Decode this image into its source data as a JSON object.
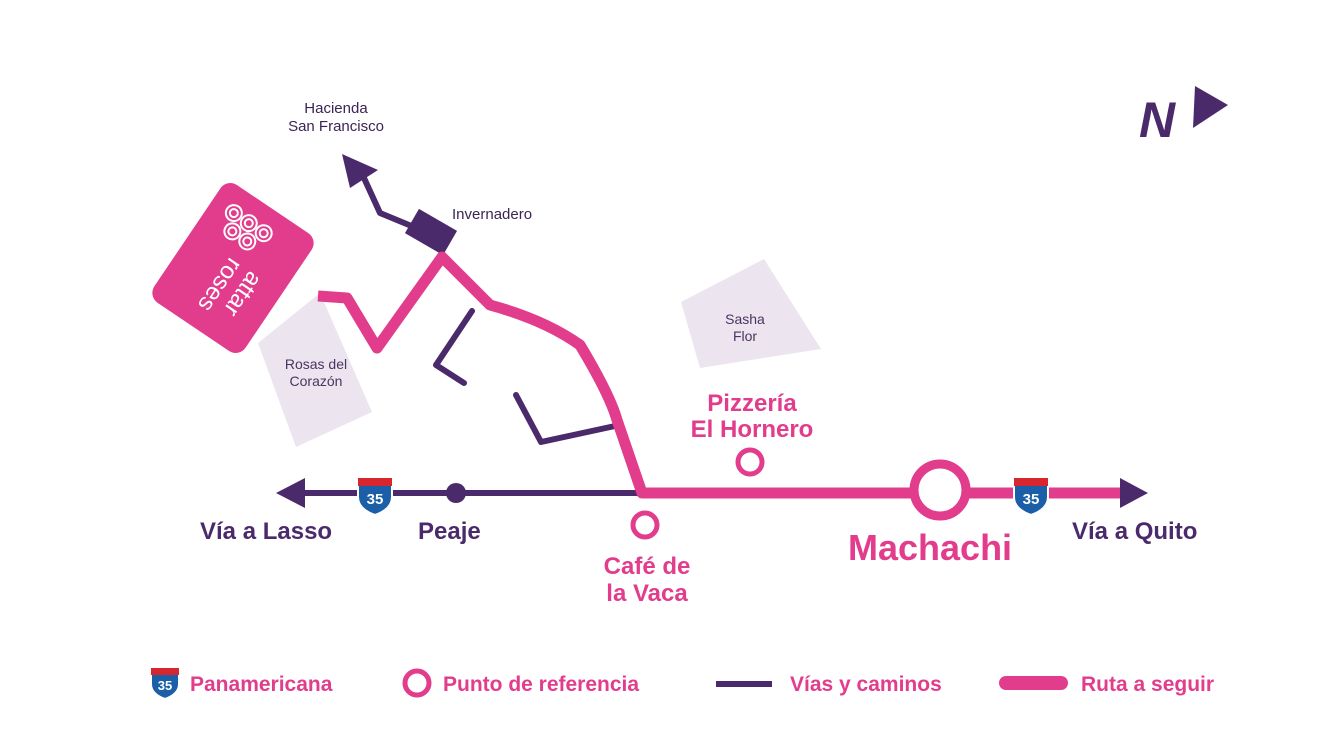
{
  "labels": {
    "hacienda_line1": "Hacienda",
    "hacienda_line2": "San Francisco",
    "invernadero": "Invernadero",
    "rosas_line1": "Rosas del",
    "rosas_line2": "Corazón",
    "sasha_line1": "Sasha",
    "sasha_line2": "Flor",
    "pizzeria_line1": "Pizzería",
    "pizzeria_line2": "El Hornero",
    "via_lasso": "Vía a Lasso",
    "peaje": "Peaje",
    "cafe_line1": "Café de",
    "cafe_line2": "la Vaca",
    "machachi": "Machachi",
    "via_quito": "Vía a Quito",
    "north": "N"
  },
  "logo": {
    "line1": "attar",
    "line2": "roses"
  },
  "shield": {
    "number": "35"
  },
  "legend": {
    "panamericana": "Panamericana",
    "punto": "Punto de referencia",
    "vias": "Vías y caminos",
    "ruta": "Ruta a seguir"
  },
  "colors": {
    "route_pink": "#e23c8c",
    "road_purple": "#4b2a6b",
    "area_lavender": "#ece4ef",
    "shield_blue": "#1b5fa8",
    "shield_red": "#d8262e"
  }
}
